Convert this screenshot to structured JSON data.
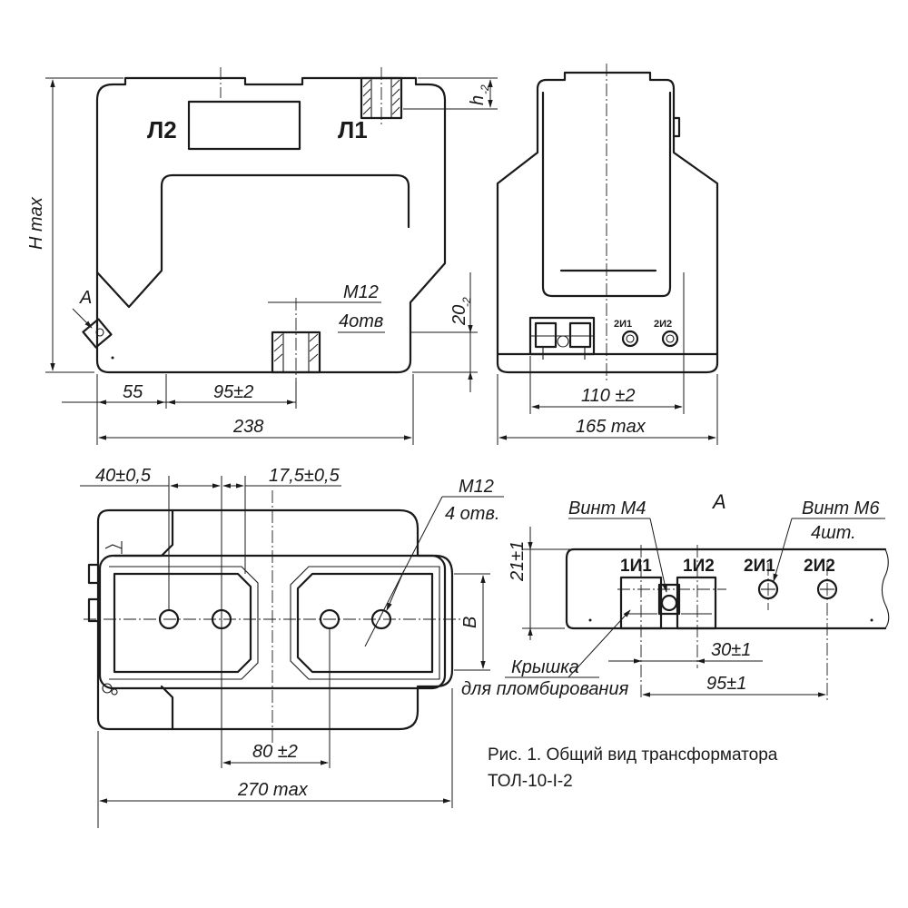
{
  "front": {
    "terminal_l2": "Л2",
    "terminal_l1": "Л1",
    "label_height": "H max",
    "label_h": "h",
    "label_h_tol": "-2",
    "label_view_a": "A",
    "thread_label": "М12",
    "holes_label": "4отв",
    "dim_20": "20",
    "dim_20_tol": "-2",
    "dim_55": "55",
    "dim_95": "95±2",
    "dim_238": "238"
  },
  "side": {
    "terminal_2i1": "2И1",
    "terminal_2i2": "2И2",
    "dim_110": "110 ±2",
    "dim_165": "165 max"
  },
  "top": {
    "dim_40": "40±0,5",
    "dim_17_5": "17,5±0,5",
    "thread_label": "М12",
    "holes_label": "4 отв.",
    "label_b": "B",
    "dim_80": "80 ±2",
    "dim_270": "270 max"
  },
  "view_a": {
    "title": "A",
    "screw_m4": "Винт М4",
    "screw_m6": "Винт М6",
    "qty": "4шт.",
    "dim_21": "21±1",
    "terminal_1i1": "1И1",
    "terminal_1i2": "1И2",
    "terminal_2i1": "2И1",
    "terminal_2i2": "2И2",
    "cover_line1": "Крышка",
    "cover_line2": "для пломбирования",
    "dim_30": "30±1",
    "dim_95": "95±1"
  },
  "caption": {
    "line1": "Рис. 1. Общий вид трансформатора",
    "line2": "ТОЛ-10-I-2"
  }
}
